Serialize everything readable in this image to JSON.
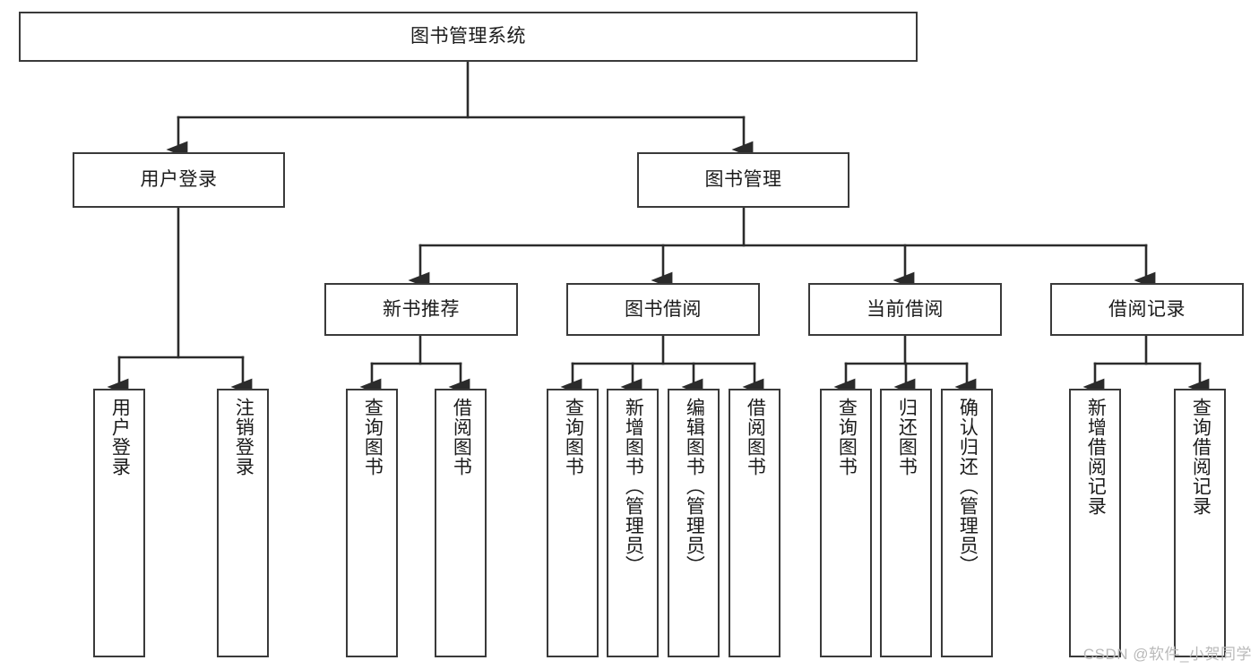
{
  "diagram": {
    "type": "tree-hierarchy",
    "title": "图书管理系统",
    "watermark": "CSDN @软件_小贺同学",
    "colors": {
      "box_border": "#3a3a3a",
      "box_fill": "#ffffff",
      "edge": "#2b2b2b",
      "text": "#1b1b1b",
      "watermark": "#b9b9b9",
      "background": "#ffffff"
    },
    "levels": {
      "root": {
        "id": "root",
        "label": "图书管理系统",
        "orientation": "horizontal"
      },
      "level2": [
        {
          "id": "user-login",
          "label": "用户登录",
          "orientation": "horizontal"
        },
        {
          "id": "book-management",
          "label": "图书管理",
          "orientation": "horizontal"
        }
      ],
      "level3": [
        {
          "id": "new-book-recommend",
          "label": "新书推荐",
          "orientation": "horizontal",
          "parent": "book-management"
        },
        {
          "id": "book-borrow",
          "label": "图书借阅",
          "orientation": "horizontal",
          "parent": "book-management"
        },
        {
          "id": "current-borrow",
          "label": "当前借阅",
          "orientation": "horizontal",
          "parent": "book-management"
        },
        {
          "id": "borrow-record",
          "label": "借阅记录",
          "orientation": "horizontal",
          "parent": "book-management"
        }
      ],
      "leaves": [
        {
          "id": "leaf-user-login",
          "label": "用户登录",
          "orientation": "vertical",
          "parent": "user-login"
        },
        {
          "id": "leaf-user-logout",
          "label": "注销登录",
          "orientation": "vertical",
          "parent": "user-login"
        },
        {
          "id": "leaf-query-book-1",
          "label": "查询图书",
          "orientation": "vertical",
          "parent": "new-book-recommend"
        },
        {
          "id": "leaf-borrow-book-1",
          "label": "借阅图书",
          "orientation": "vertical",
          "parent": "new-book-recommend"
        },
        {
          "id": "leaf-query-book-2",
          "label": "查询图书",
          "orientation": "vertical",
          "parent": "book-borrow"
        },
        {
          "id": "leaf-add-book",
          "label": "新增图书（管理员）",
          "orientation": "vertical",
          "parent": "book-borrow"
        },
        {
          "id": "leaf-edit-book",
          "label": "编辑图书（管理员）",
          "orientation": "vertical",
          "parent": "book-borrow"
        },
        {
          "id": "leaf-borrow-book-2",
          "label": "借阅图书",
          "orientation": "vertical",
          "parent": "book-borrow"
        },
        {
          "id": "leaf-query-book-3",
          "label": "查询图书",
          "orientation": "vertical",
          "parent": "current-borrow"
        },
        {
          "id": "leaf-return-book",
          "label": "归还图书",
          "orientation": "vertical",
          "parent": "current-borrow"
        },
        {
          "id": "leaf-confirm-return",
          "label": "确认归还（管理员）",
          "orientation": "vertical",
          "parent": "current-borrow"
        },
        {
          "id": "leaf-add-record",
          "label": "新增借阅记录",
          "orientation": "vertical",
          "parent": "borrow-record"
        },
        {
          "id": "leaf-query-record",
          "label": "查询借阅记录",
          "orientation": "vertical",
          "parent": "borrow-record"
        }
      ]
    }
  }
}
